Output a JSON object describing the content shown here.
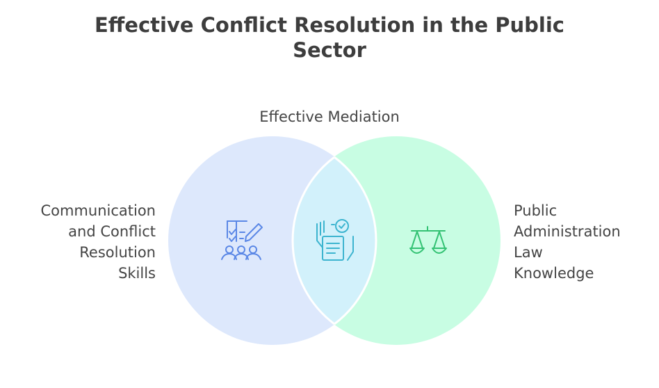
{
  "title": {
    "line1": "Effective Conflict Resolution in the Public",
    "line2": "Sector"
  },
  "intersection_label": "Effective Mediation",
  "left_label": [
    "Communication",
    "and Conflict",
    "Resolution",
    "Skills"
  ],
  "right_label": [
    "Public",
    "Administration",
    "Law",
    "Knowledge"
  ],
  "colors": {
    "left_circle": "#dde8fc",
    "right_circle": "#c8fde3",
    "overlap": "#d2f1fb",
    "blue_icon": "#5a87e6",
    "teal_icon": "#3cb4cf",
    "green_icon": "#33c273"
  },
  "icons": {
    "left": "checklist-people-icon",
    "center": "hand-document-check-icon",
    "right": "scales-icon"
  }
}
